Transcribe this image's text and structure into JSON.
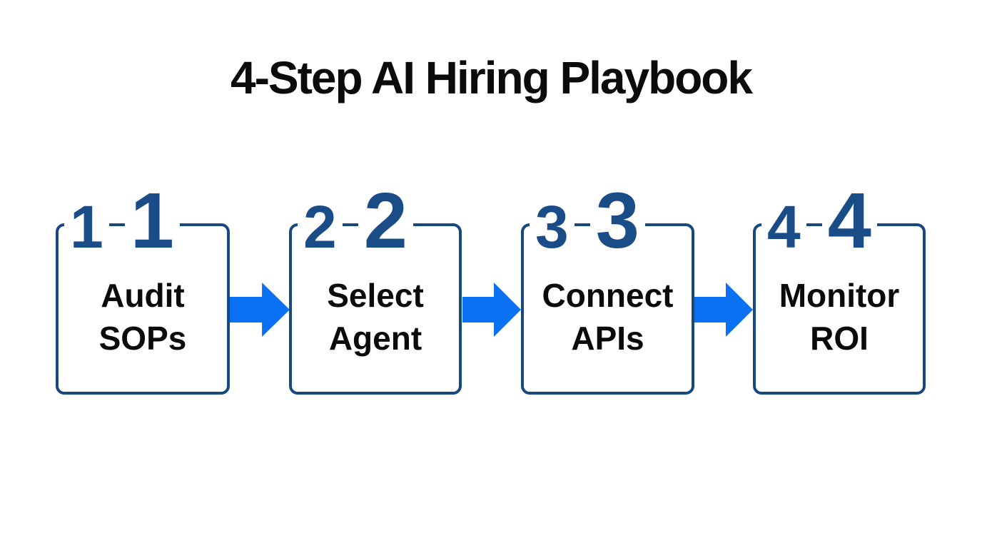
{
  "title": "4-Step AI Hiring Playbook",
  "colors": {
    "background": "#ffffff",
    "title_text": "#0b0b0b",
    "step_label_text": "#0b0b0b",
    "step_border": "#17497f",
    "step_number": "#1a4c87",
    "arrow": "#0b71f3"
  },
  "steps": [
    {
      "number": "1",
      "label": "Audit SOPs",
      "lines": [
        "Audit",
        "SOPs"
      ]
    },
    {
      "number": "2",
      "label": "Select Agent",
      "lines": [
        "Select",
        "Agent"
      ]
    },
    {
      "number": "3",
      "label": "Connect APIs",
      "lines": [
        "Connect",
        "APIs"
      ]
    },
    {
      "number": "4",
      "label": "Monitor ROI",
      "lines": [
        "Monitor",
        "ROI"
      ]
    }
  ]
}
